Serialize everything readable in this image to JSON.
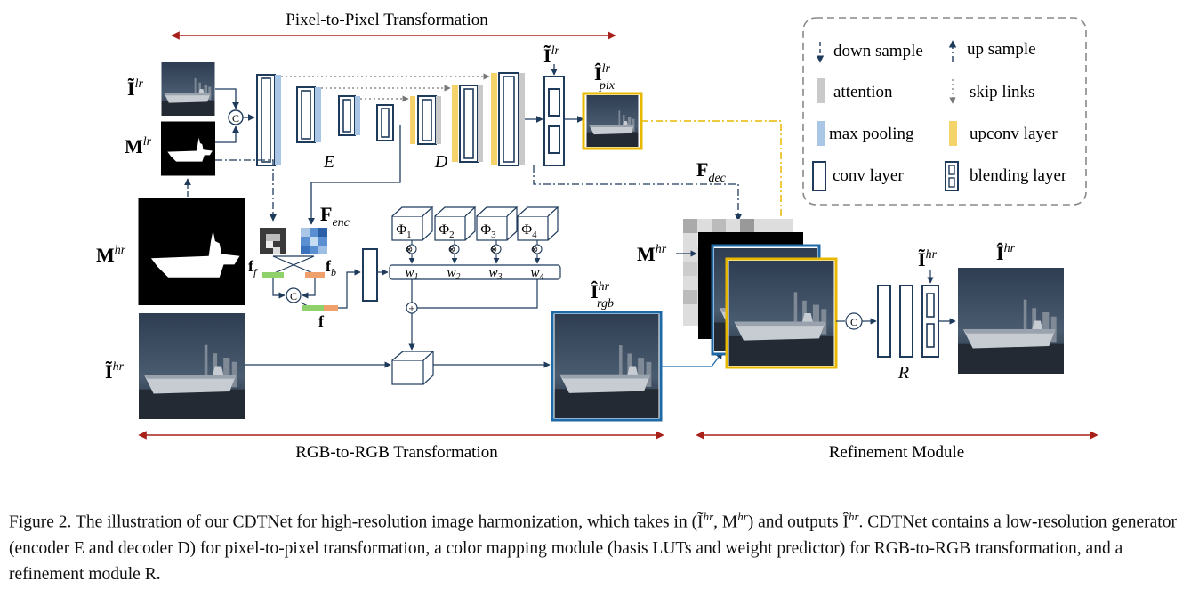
{
  "diagram": {
    "top_arrow_label": "Pixel-to-Pixel Transformation",
    "bottom_left_arrow_label": "RGB-to-RGB Transformation",
    "bottom_right_arrow_label": "Refinement Module",
    "labels": {
      "i_lr_left": "Ĩ",
      "i_lr_left_sup": "lr",
      "m_lr": "M",
      "m_lr_sup": "lr",
      "m_hr": "M",
      "m_hr_sup": "hr",
      "i_hr_left": "Ĩ",
      "i_hr_left_sup": "hr",
      "enc_E": "E",
      "dec_D": "D",
      "i_lr_top": "Ĩ",
      "i_lr_top_sup": "lr",
      "i_pix": "Î",
      "i_pix_sup": "lr",
      "i_pix_sub": "pix",
      "f_dec": "F",
      "f_dec_sub": "dec",
      "f_enc": "F",
      "f_enc_sub": "enc",
      "f_f": "f",
      "f_f_sub": "f",
      "f_b": "f",
      "f_b_sub": "b",
      "f": "f",
      "phi": [
        "Φ",
        "Φ",
        "Φ",
        "Φ"
      ],
      "phi_sub": [
        "1",
        "2",
        "3",
        "4"
      ],
      "w": [
        "w",
        "w",
        "w",
        "w"
      ],
      "w_sub": [
        "1",
        "2",
        "3",
        "4"
      ],
      "i_rgb": "Î",
      "i_rgb_sup": "hr",
      "i_rgb_sub": "rgb",
      "m_hr_mid": "M",
      "m_hr_mid_sup": "hr",
      "r_label": "R",
      "i_hr_right": "Ĩ",
      "i_hr_right_sup": "hr",
      "i_out": "Î",
      "i_out_sup": "hr",
      "concat": "C"
    },
    "legend": {
      "items": [
        {
          "label": "down sample",
          "icon": "down-arrow-icon"
        },
        {
          "label": "up sample",
          "icon": "up-arrow-icon"
        },
        {
          "label": "attention",
          "icon": "gray-bar-icon"
        },
        {
          "label": "skip links",
          "icon": "dotted-arrow-icon"
        },
        {
          "label": "max pooling",
          "icon": "blue-bar-icon"
        },
        {
          "label": "upconv layer",
          "icon": "yellow-bar-icon"
        },
        {
          "label": "conv layer",
          "icon": "conv-box-icon"
        },
        {
          "label": "blending layer",
          "icon": "blend-box-icon"
        }
      ]
    },
    "colors": {
      "navy": "#1f3b5c",
      "red": "#a8201a",
      "gold": "#e8b800",
      "lightblue": "#a9c6e6",
      "gray": "#c9c9c9",
      "blue_border": "#1f6aa6"
    }
  },
  "caption": {
    "line1": "Figure 2. The illustration of our CDTNet for high-resolution image harmonization, which takes in (Ĩ",
    "line1_sup1": "hr",
    "line1_mid": ", M",
    "line1_sup2": "hr",
    "line1_mid2": ") and outputs Î",
    "line1_sup3": "hr",
    "line1_end": ". CDTNet contains a low-resolution generator (encoder E and decoder D) for pixel-to-pixel transformation, a color mapping module (basis LUTs and weight predictor) for RGB-to-RGB transformation, and a refinement module R."
  }
}
